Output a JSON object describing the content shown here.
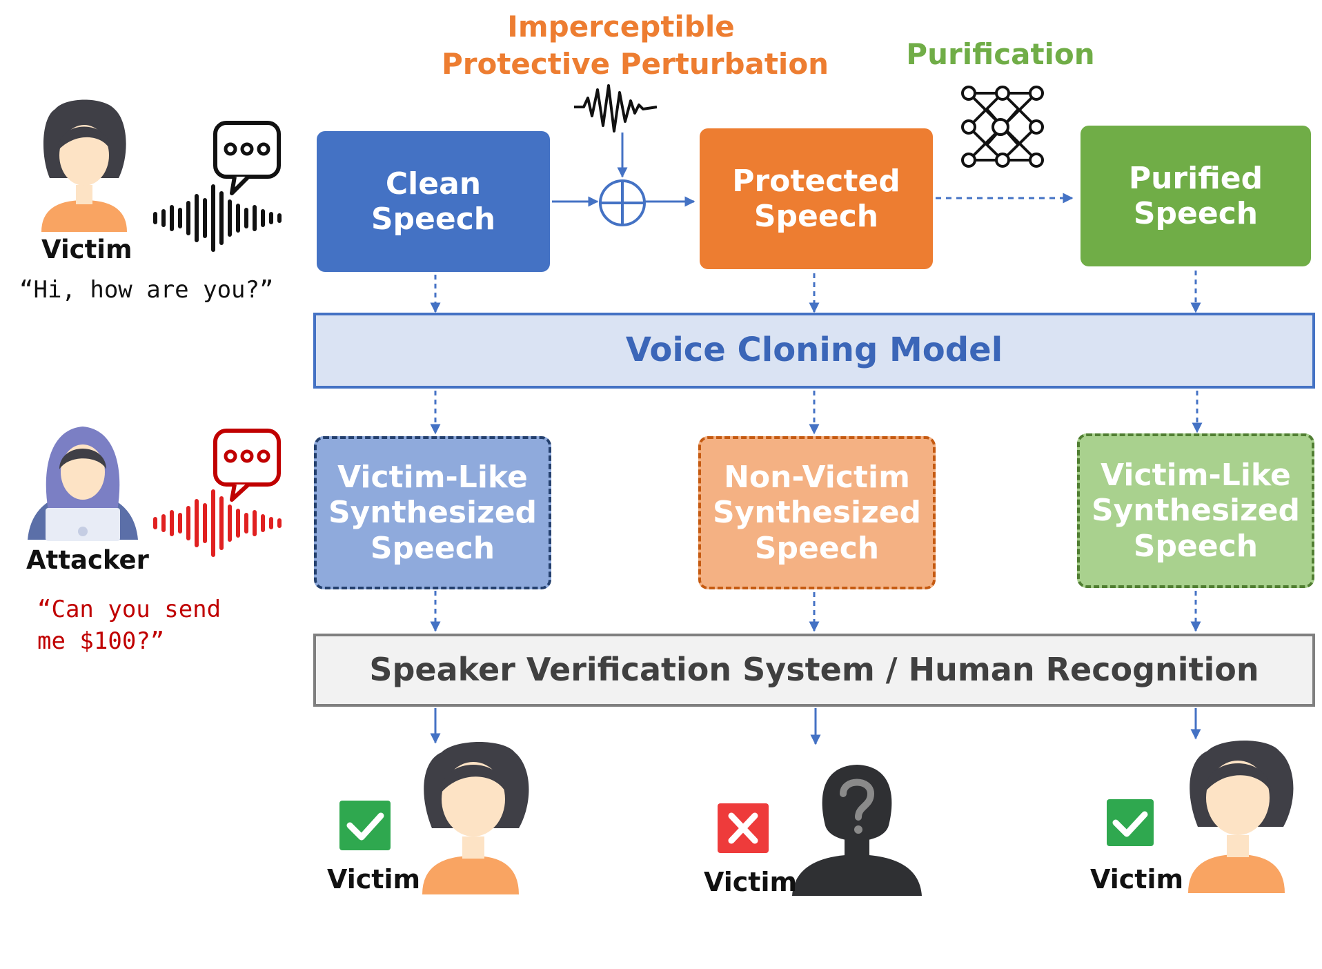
{
  "top_labels": {
    "perturbation_line1": "Imperceptible",
    "perturbation_line2": "Protective Perturbation",
    "purification": "Purification"
  },
  "speakers": {
    "victim_name": "Victim",
    "victim_quote": "“Hi, how are you?”",
    "attacker_name": "Attacker",
    "attacker_quote_line1": "“Can you send",
    "attacker_quote_line2": "me $100?”"
  },
  "inputs": [
    {
      "line1": "Clean",
      "line2": "Speech"
    },
    {
      "line1": "Protected",
      "line2": "Speech"
    },
    {
      "line1": "Purified",
      "line2": "Speech"
    }
  ],
  "voice_cloning_model": "Voice Cloning Model",
  "outputs": [
    {
      "line1": "Victim-Like",
      "line2": "Synthesized",
      "line3": "Speech"
    },
    {
      "line1": "Non-Victim",
      "line2": "Synthesized",
      "line3": "Speech"
    },
    {
      "line1": "Victim-Like",
      "line2": "Synthesized",
      "line3": "Speech"
    }
  ],
  "verification_system": "Speaker Verification System / Human Recognition",
  "results": [
    {
      "label": "Victim",
      "verdict": "check-icon"
    },
    {
      "label": "Victim",
      "verdict": "cross-icon"
    },
    {
      "label": "Victim",
      "verdict": "check-icon"
    }
  ],
  "colors": {
    "blue": "#4472c4",
    "orange": "#ed7d31",
    "green": "#70ad47",
    "light_blue": "#8faadc",
    "light_orange": "#f4b183",
    "light_green": "#a9d18e",
    "alert_red": "#c00000"
  }
}
